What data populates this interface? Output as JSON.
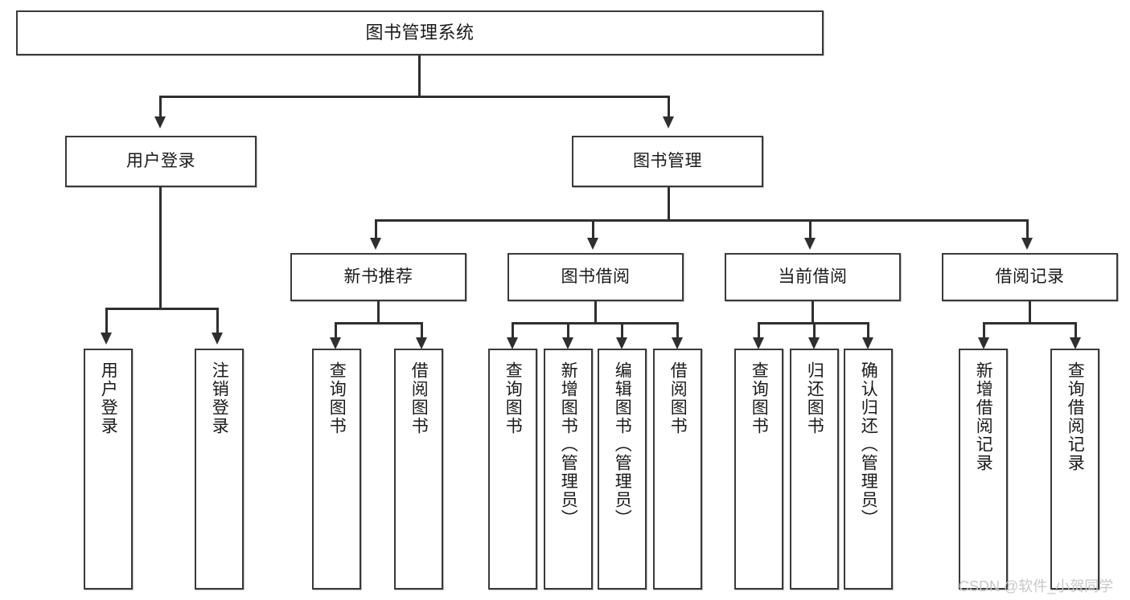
{
  "diagram": {
    "title": "图书管理系统",
    "type": "hierarchy-tree",
    "root": {
      "label": "图书管理系统"
    },
    "level2": [
      {
        "label": "用户登录"
      },
      {
        "label": "图书管理"
      }
    ],
    "level3": [
      {
        "label": "新书推荐"
      },
      {
        "label": "图书借阅"
      },
      {
        "label": "当前借阅"
      },
      {
        "label": "借阅记录"
      }
    ],
    "leaves": {
      "user_login": [
        {
          "label": "用户登录"
        },
        {
          "label": "注销登录"
        }
      ],
      "new_book_recommend": [
        {
          "label": "查询图书"
        },
        {
          "label": "借阅图书"
        }
      ],
      "book_borrow": [
        {
          "label": "查询图书"
        },
        {
          "label": "新增图书（管理员）"
        },
        {
          "label": "编辑图书（管理员）"
        },
        {
          "label": "借阅图书"
        }
      ],
      "current_borrow": [
        {
          "label": "查询图书"
        },
        {
          "label": "归还图书"
        },
        {
          "label": "确认归还（管理员）"
        }
      ],
      "borrow_record": [
        {
          "label": "新增借阅记录"
        },
        {
          "label": "查询借阅记录"
        }
      ]
    }
  },
  "watermark": {
    "text": "CSDN @软件_小贺同学"
  },
  "colors": {
    "border": "#3a3a3a",
    "line": "#2f2f2f",
    "background": "#ffffff",
    "text": "#1a1a1a",
    "watermark": "#c8c8c8"
  }
}
